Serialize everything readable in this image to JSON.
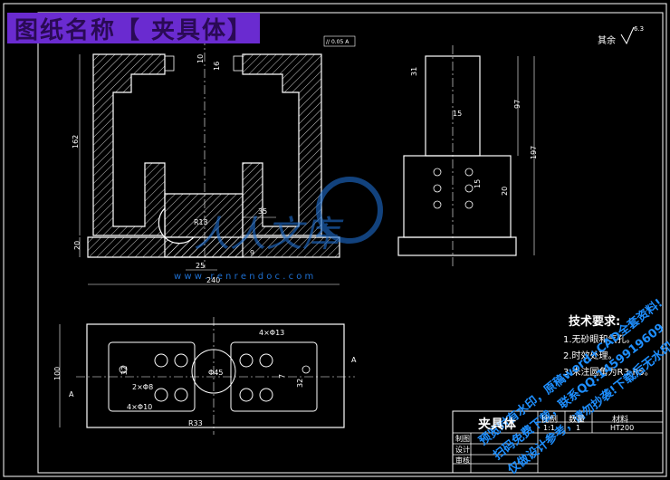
{
  "title_banner": "图纸名称【 夹具体】",
  "roughness_note": "其余",
  "roughness_value": "6.3",
  "tech_req": {
    "heading": "技术要求:",
    "items": [
      "1.无砂眼和气孔。",
      "2.时效处理。",
      "3.未注圆角为R3-R5。"
    ]
  },
  "dims_front": {
    "total_width": "240",
    "height_162": "162",
    "base_20": "20",
    "d10": "10",
    "d16": "16",
    "r13": "R13",
    "d35": "35",
    "d25": "25",
    "d9": "9",
    "parallel": "// 0.05 A",
    "datum_a": "A"
  },
  "dims_side": {
    "d31": "31",
    "d97": "97",
    "d197": "197",
    "d15a": "15",
    "d15b": "15",
    "d20": "20"
  },
  "dims_top": {
    "d100": "100",
    "h4x13": "4×Φ13",
    "phi45": "Φ45",
    "h2x8": "2×Φ8",
    "h4x10": "4×Φ10",
    "d32a": "32",
    "d32b": "32",
    "d7": "7",
    "r33": "R33",
    "datum_a": "A",
    "datum_a2": "A"
  },
  "watermark": {
    "site": "w w w . r e n r e n d o c . c o m",
    "brand": "人人文库",
    "line1": "预览时有水印，原稿word+CAD全套资料!",
    "line2": "扫码免费下载，联系QQ:1459919609",
    "line3": "仅做设计参考，请勿抄袭!下载后无水印!"
  },
  "title_block": {
    "part_name": "夹具体",
    "scale_label": "比例",
    "qty_label": "数量",
    "material_label": "材料",
    "scale_value": "1:1",
    "qty_value": "1",
    "material_value": "HT200",
    "drawn_label": "制图",
    "designed_label": "设计",
    "checked_label": "审核"
  }
}
